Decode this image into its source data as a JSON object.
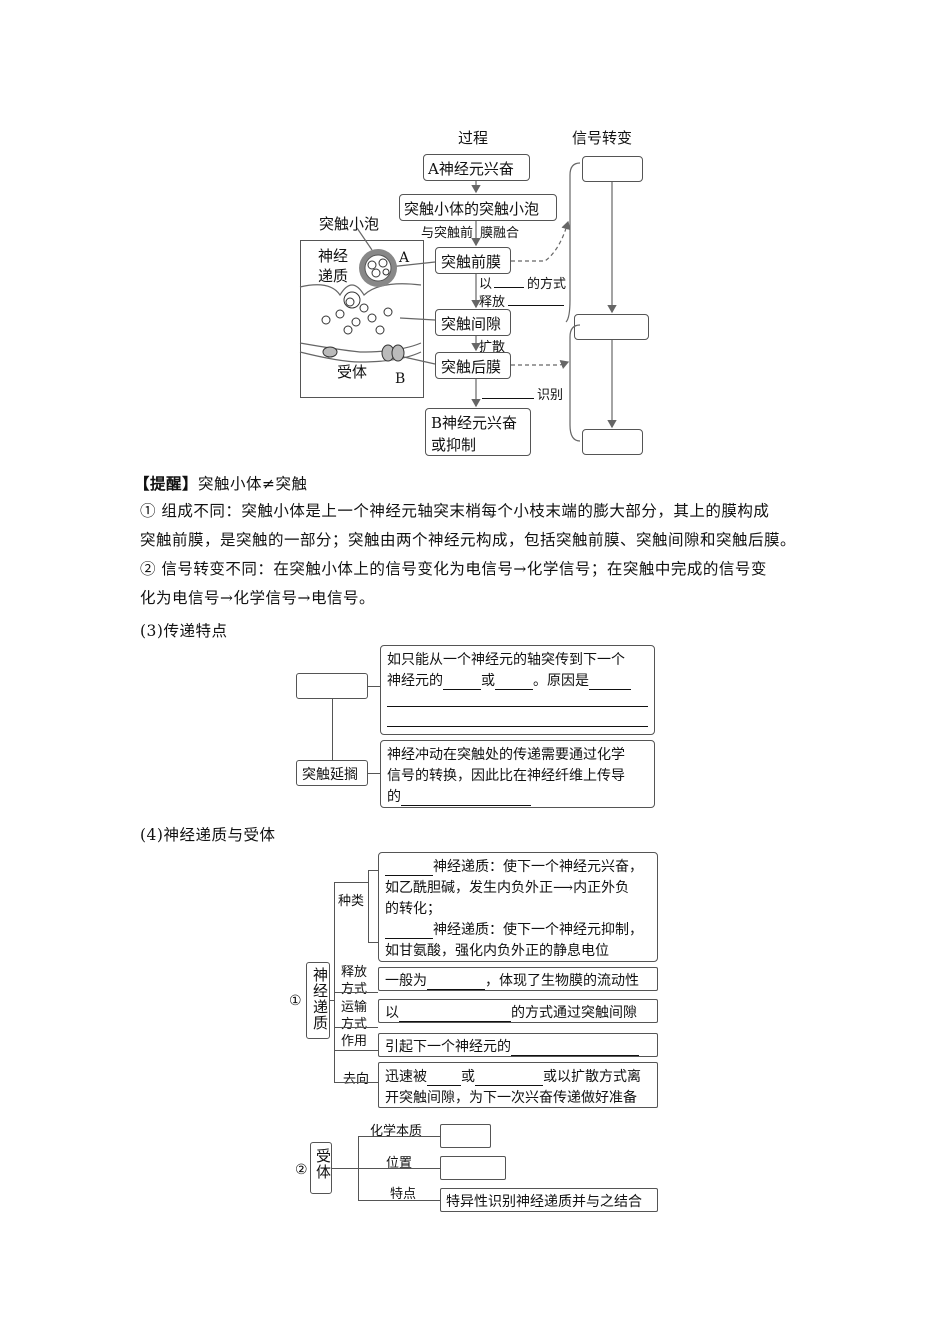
{
  "fig1": {
    "col_process": "过程",
    "col_signal": "信号转变",
    "node_a": "A神经元兴奋",
    "node_vesicle": "突触小体的突触小泡",
    "fuse_left": "与突触前",
    "fuse_right": "膜融合",
    "node_pre": "突触前膜",
    "release_1a": "以",
    "release_1b": "的方式",
    "release_2": "释放",
    "node_cleft": "突触间隙",
    "diffuse": "扩散",
    "node_post": "突触后膜",
    "recognize": "识别",
    "node_b_1": "B神经元兴奋",
    "node_b_2": "或抑制",
    "cell_vesicle": "突触小泡",
    "cell_nt_1": "神经",
    "cell_nt_2": "递质",
    "cell_a": "A",
    "cell_receptor": "受体",
    "cell_b": "B"
  },
  "tip": {
    "label": "【提醒】",
    "title": "突触小体≠突触",
    "p1_l1": "① 组成不同：突触小体是上一个神经元轴突末梢每个小枝末端的膨大部分，其上的膜构成",
    "p1_l2": "突触前膜，是突触的一部分；突触由两个神经元构成，包括突触前膜、突触间隙和突触后膜。",
    "p2_l1": "② 信号转变不同：在突触小体上的信号变化为电信号→化学信号；在突触中完成的信号变",
    "p2_l2": "化为电信号→化学信号→电信号。"
  },
  "sec3": {
    "heading": "(3)传递特点",
    "box1_l1": "如只能从一个神经元的轴突传到下一个",
    "box1_l2a": "神经元的",
    "box1_l2b": "或",
    "box1_l2c": "。原因是",
    "delay_label": "突触延搁",
    "box2_l1": "神经冲动在突触处的传递需要通过化学",
    "box2_l2": "信号的转换，因此比在神经纤维上传导",
    "box2_l3": "的"
  },
  "sec4": {
    "heading": "(4)神经递质与受体",
    "num1": "①",
    "nt_label": "神经递质",
    "kind_label": "种类",
    "kind_l1": "神经递质：使下一个神经元兴奋，",
    "kind_l2": "如乙酰胆碱，发生内负外正⟶内正外负",
    "kind_l3": "的转化；",
    "kind_l4": "神经递质：使下一个神经元抑制，",
    "kind_l5": "如甘氨酸，强化内负外正的静息电位",
    "release_label_1": "释放",
    "release_label_2": "方式",
    "release_text_a": "一般为",
    "release_text_b": "，体现了生物膜的流动性",
    "transport_label_1": "运输",
    "transport_label_2": "方式",
    "transport_text_a": "以",
    "transport_text_b": "的方式通过突触间隙",
    "effect_label": "作用",
    "effect_text": "引起下一个神经元的",
    "fate_label": "去向",
    "fate_l1a": "迅速被",
    "fate_l1b": "或",
    "fate_l1c": "或以扩散方式离",
    "fate_l2": "开突触间隙，为下一次兴奋传递做好准备",
    "num2": "②",
    "receptor_label": "受体",
    "r_nature": "化学本质",
    "r_position": "位置",
    "r_feature": "特点",
    "r_feature_text": "特异性识别神经递质并与之结合"
  }
}
